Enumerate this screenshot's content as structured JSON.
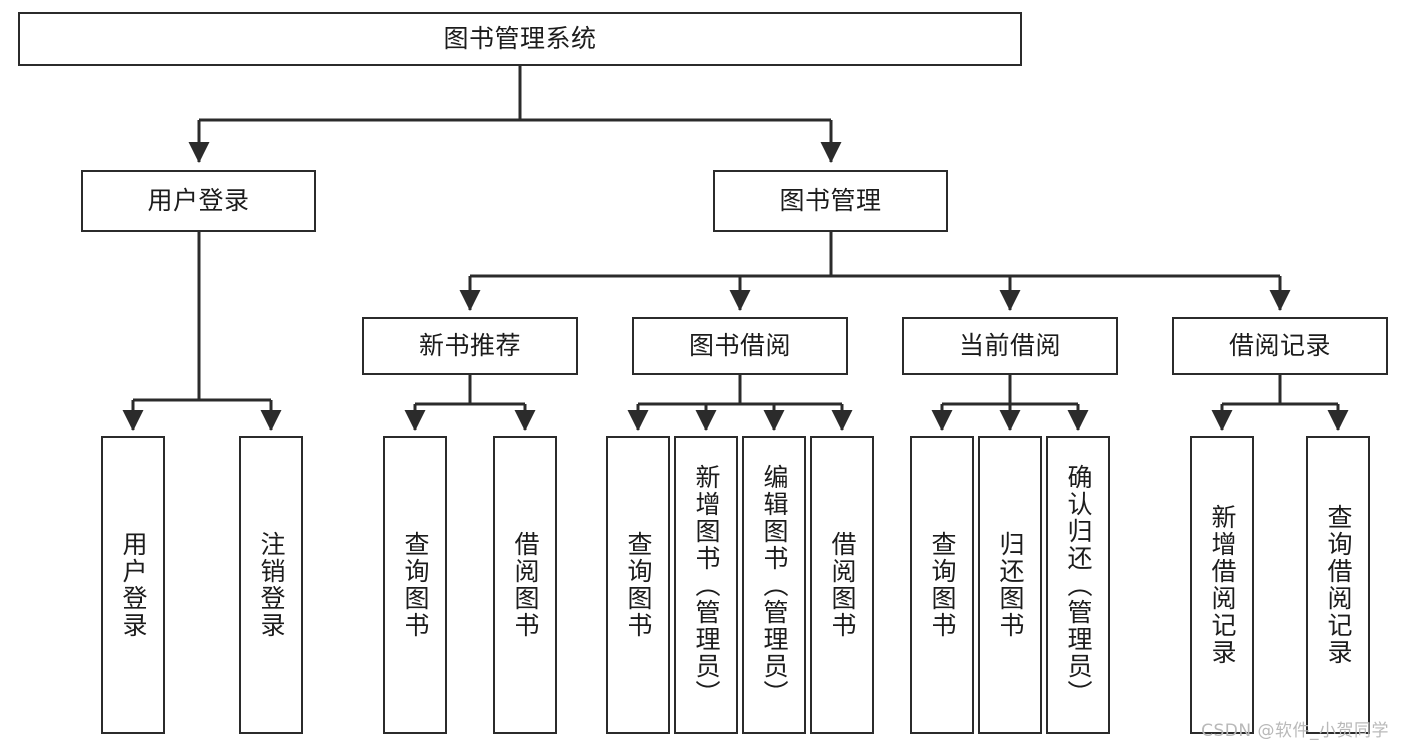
{
  "diagram": {
    "type": "tree",
    "title": "图书管理系统",
    "watermark": "CSDN @软件_小贺同学",
    "colors": {
      "box_border": "#2b2b2b",
      "box_fill": "#ffffff",
      "edge": "#2b2b2b",
      "text": "#1c1c1c",
      "watermark": "#b9b9b9",
      "background": "#ffffff"
    },
    "nodes": {
      "root": {
        "label": "图书管理系统"
      },
      "level2": [
        {
          "id": "user-login",
          "label": "用户登录"
        },
        {
          "id": "book-manage",
          "label": "图书管理"
        }
      ],
      "level3": [
        {
          "id": "new-book-recommend",
          "label": "新书推荐"
        },
        {
          "id": "book-borrow",
          "label": "图书借阅"
        },
        {
          "id": "current-borrow",
          "label": "当前借阅"
        },
        {
          "id": "borrow-record",
          "label": "借阅记录"
        }
      ],
      "leaves": {
        "user-login": [
          {
            "id": "leaf-user-login",
            "label": "用户登录"
          },
          {
            "id": "leaf-user-logout",
            "label": "注销登录"
          }
        ],
        "new-book-recommend": [
          {
            "id": "leaf-query-book-1",
            "label": "查询图书"
          },
          {
            "id": "leaf-borrow-book-1",
            "label": "借阅图书"
          }
        ],
        "book-borrow": [
          {
            "id": "leaf-query-book-2",
            "label": "查询图书"
          },
          {
            "id": "leaf-add-book",
            "label": "新增图书（管理员）"
          },
          {
            "id": "leaf-edit-book",
            "label": "编辑图书（管理员）"
          },
          {
            "id": "leaf-borrow-book-2",
            "label": "借阅图书"
          }
        ],
        "current-borrow": [
          {
            "id": "leaf-query-book-3",
            "label": "查询图书"
          },
          {
            "id": "leaf-return-book",
            "label": "归还图书"
          },
          {
            "id": "leaf-confirm-return",
            "label": "确认归还（管理员）"
          }
        ],
        "borrow-record": [
          {
            "id": "leaf-add-record",
            "label": "新增借阅记录"
          },
          {
            "id": "leaf-query-record",
            "label": "查询借阅记录"
          }
        ]
      }
    }
  }
}
